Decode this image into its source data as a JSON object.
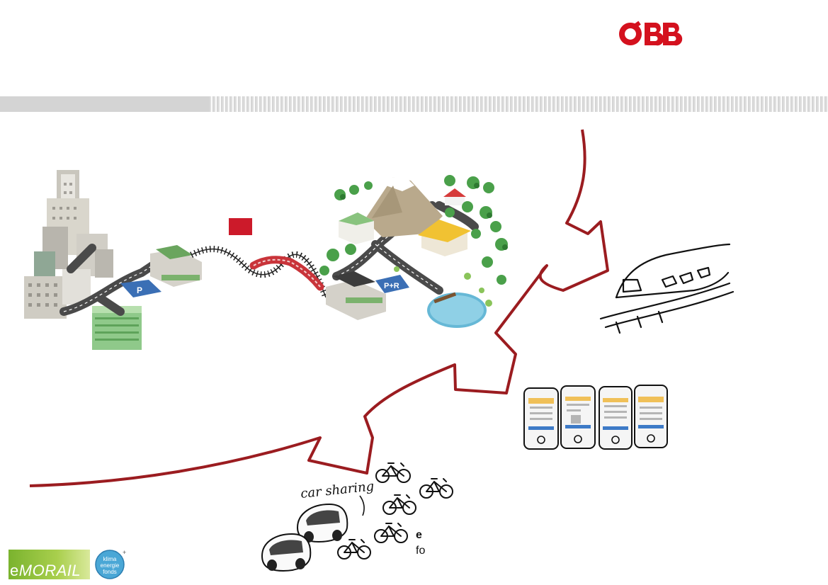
{
  "brand": {
    "logo_text": "ÖBB",
    "accent": "#d4111e",
    "curve_color": "#9b1c20"
  },
  "handwriting": {
    "car_sharing": "car sharing"
  },
  "captions": {
    "line1": "e",
    "line2": "fo"
  },
  "footer": {
    "emorail_logo": "eMORAIL",
    "klima_logo": "klima+ energie fonds"
  }
}
